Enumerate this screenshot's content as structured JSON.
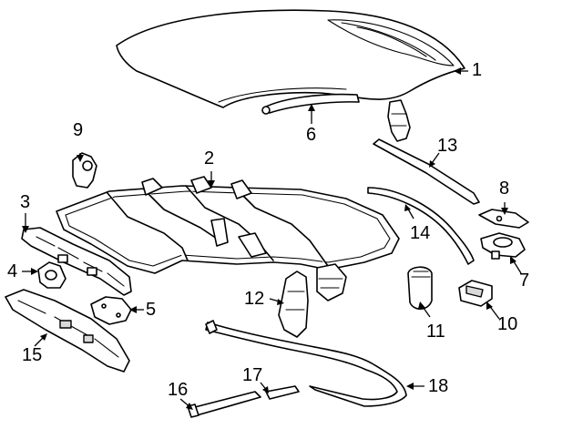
{
  "diagram": {
    "callouts": [
      {
        "id": "c1",
        "label": "1"
      },
      {
        "id": "c2",
        "label": "2"
      },
      {
        "id": "c3",
        "label": "3"
      },
      {
        "id": "c4",
        "label": "4"
      },
      {
        "id": "c5",
        "label": "5"
      },
      {
        "id": "c6",
        "label": "6"
      },
      {
        "id": "c7",
        "label": "7"
      },
      {
        "id": "c8",
        "label": "8"
      },
      {
        "id": "c9",
        "label": "9"
      },
      {
        "id": "c10",
        "label": "10"
      },
      {
        "id": "c11",
        "label": "11"
      },
      {
        "id": "c12",
        "label": "12"
      },
      {
        "id": "c13",
        "label": "13"
      },
      {
        "id": "c14",
        "label": "14"
      },
      {
        "id": "c15",
        "label": "15"
      },
      {
        "id": "c16",
        "label": "16"
      },
      {
        "id": "c17",
        "label": "17"
      },
      {
        "id": "c18",
        "label": "18"
      }
    ],
    "colors": {
      "line": "#000000",
      "background": "#ffffff",
      "shade": "#d9d9d9"
    }
  }
}
